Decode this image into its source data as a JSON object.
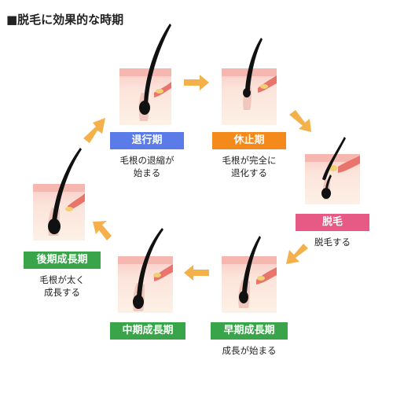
{
  "title": "■脱毛に効果的な時期",
  "colors": {
    "blue": "#5b7ce8",
    "orange": "#f58a1c",
    "pink": "#e75a85",
    "green": "#3aa44a",
    "arrow": "#f4b04a"
  },
  "stages": [
    {
      "id": "taikou",
      "label": "退行期",
      "desc_lines": [
        "毛根の退縮が",
        "始まる"
      ],
      "color": "blue"
    },
    {
      "id": "kyushi",
      "label": "休止期",
      "desc_lines": [
        "毛根が完全に",
        "退化する"
      ],
      "color": "orange"
    },
    {
      "id": "datsumo",
      "label": "脱毛",
      "desc_lines": [
        "脱毛する"
      ],
      "color": "pink"
    },
    {
      "id": "souki",
      "label": "早期成長期",
      "desc_lines": [
        "成長が始まる"
      ],
      "color": "green"
    },
    {
      "id": "chuki",
      "label": "中期成長期",
      "desc_lines": [],
      "color": "green"
    },
    {
      "id": "kouki",
      "label": "後期成長期",
      "desc_lines": [
        "毛根が太く",
        "成長する"
      ],
      "color": "green"
    }
  ]
}
